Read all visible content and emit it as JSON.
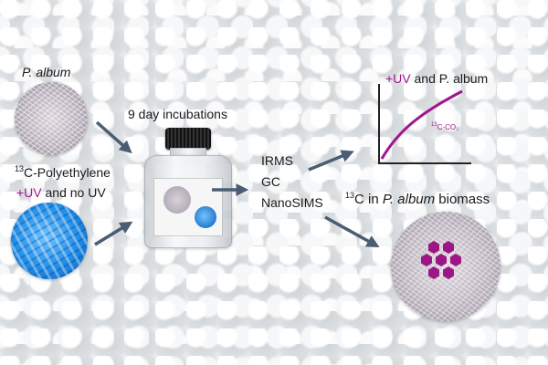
{
  "colors": {
    "uv_accent": "#a0178c",
    "arrow": "#4a5d72",
    "hexagon": "#9c1785",
    "pe_blue": "#1d8de6"
  },
  "left": {
    "organism_label": "P. album",
    "substrate_label": "C-Polyethylene",
    "isotope_mass": "13",
    "uv_label": "+UV",
    "uv_rest": " and no UV"
  },
  "center": {
    "incubation_label": "9 day incubations"
  },
  "methods": [
    "IRMS",
    "GC",
    "NanoSIMS"
  ],
  "top_right": {
    "uv_label": "+UV",
    "uv_rest": " and P. album",
    "curve_isotope": "13",
    "curve_label": "C-CO₂"
  },
  "bottom_right": {
    "isotope": "13",
    "prefix": "C in ",
    "organism": "P. album",
    "suffix": " biomass"
  },
  "icons": [
    "fungal-mycelium-image",
    "polyethylene-pellets-image",
    "vial-icon",
    "arrow-icon",
    "curve-chart",
    "hexagon-cluster-icon"
  ]
}
